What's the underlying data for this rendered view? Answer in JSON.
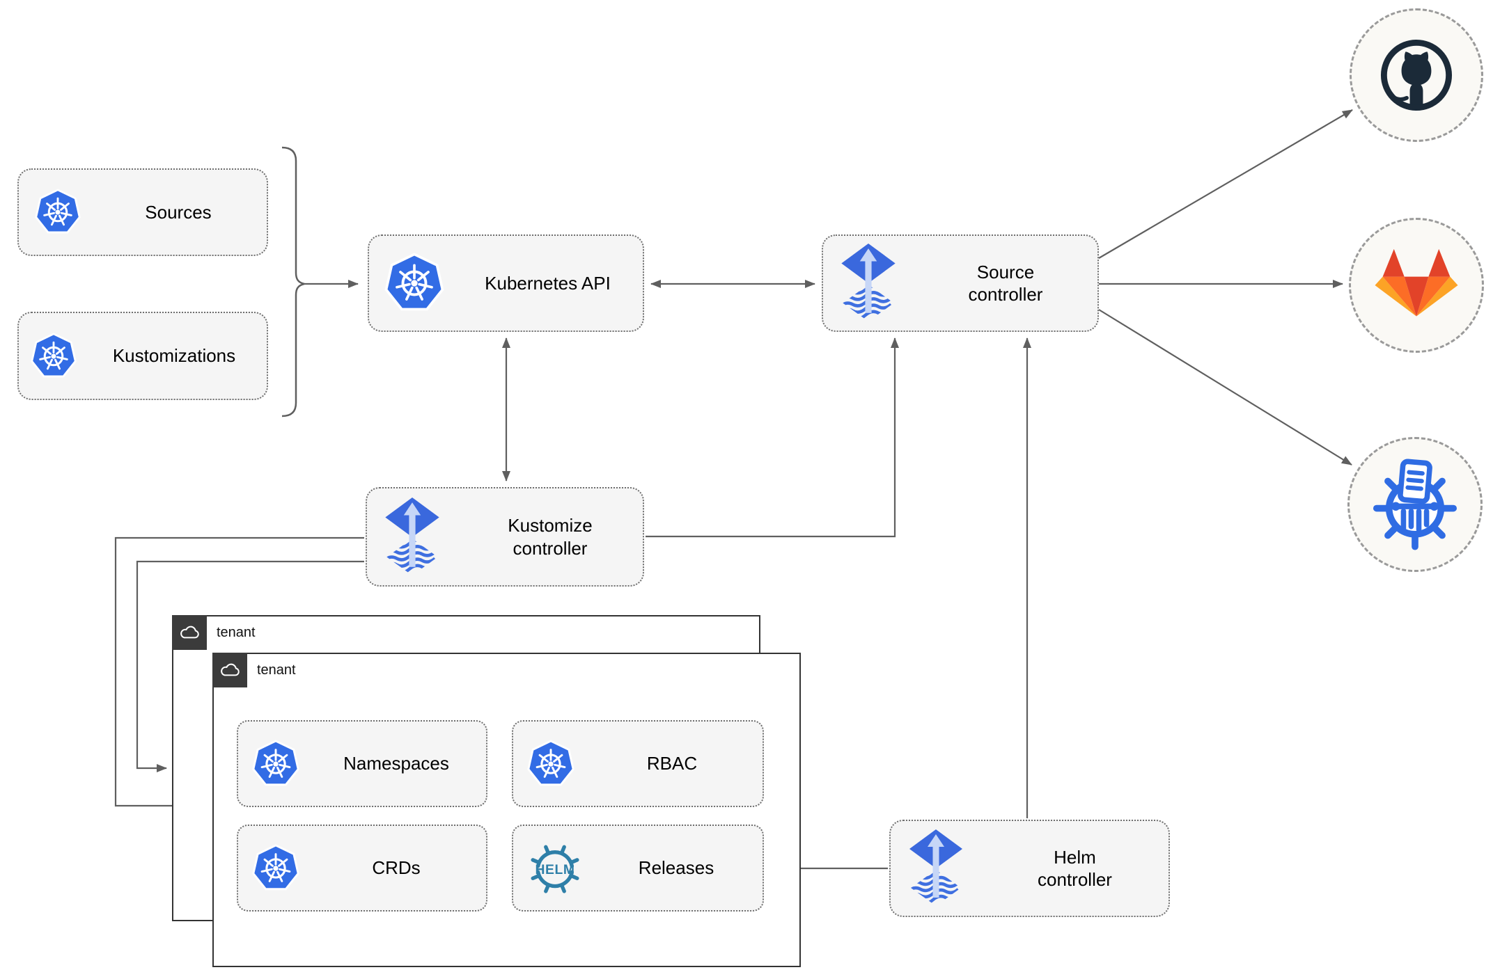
{
  "nodes": {
    "sources": {
      "label": "Sources",
      "icon": "kubernetes-logo"
    },
    "kustomizations": {
      "label": "Kustomizations",
      "icon": "kubernetes-logo"
    },
    "kubernetes_api": {
      "label": "Kubernetes API",
      "icon": "kubernetes-logo"
    },
    "source_controller": {
      "label": "Source controller",
      "icon": "flux-logo"
    },
    "kustomize_controller": {
      "label": "Kustomize controller",
      "icon": "flux-logo"
    },
    "helm_controller": {
      "label": "Helm controller",
      "icon": "flux-logo"
    }
  },
  "tenants": {
    "back": {
      "label": "tenant",
      "icon": "cloud-icon"
    },
    "front": {
      "label": "tenant",
      "icon": "cloud-icon"
    }
  },
  "tenant_items": {
    "namespaces": {
      "label": "Namespaces",
      "icon": "kubernetes-logo"
    },
    "rbac": {
      "label": "RBAC",
      "icon": "kubernetes-logo"
    },
    "crds": {
      "label": "CRDs",
      "icon": "kubernetes-logo"
    },
    "releases": {
      "label": "Releases",
      "icon": "helm-logo"
    }
  },
  "remote_endpoints": [
    {
      "name": "github",
      "icon": "github-logo"
    },
    {
      "name": "gitlab",
      "icon": "gitlab-logo"
    },
    {
      "name": "kustomize-wheel",
      "icon": "kustomize-logo"
    }
  ],
  "icon_text": {
    "helm": "HELM"
  },
  "colors": {
    "kubernetes_blue": "#326ce5",
    "flux_blue": "#3a68dd",
    "flux_light_blue": "#c6d6f7",
    "helm_teal": "#2e7fa8",
    "github_dark": "#1b2a38",
    "gitlab_red": "#e24329",
    "gitlab_orange": "#fc6d26",
    "gitlab_yellow": "#fca326",
    "node_fill": "#f5f5f5",
    "node_border": "#6e6e6e",
    "connector_gray": "#5f5f5f",
    "tenant_tab_gray": "#3b3b3b"
  }
}
